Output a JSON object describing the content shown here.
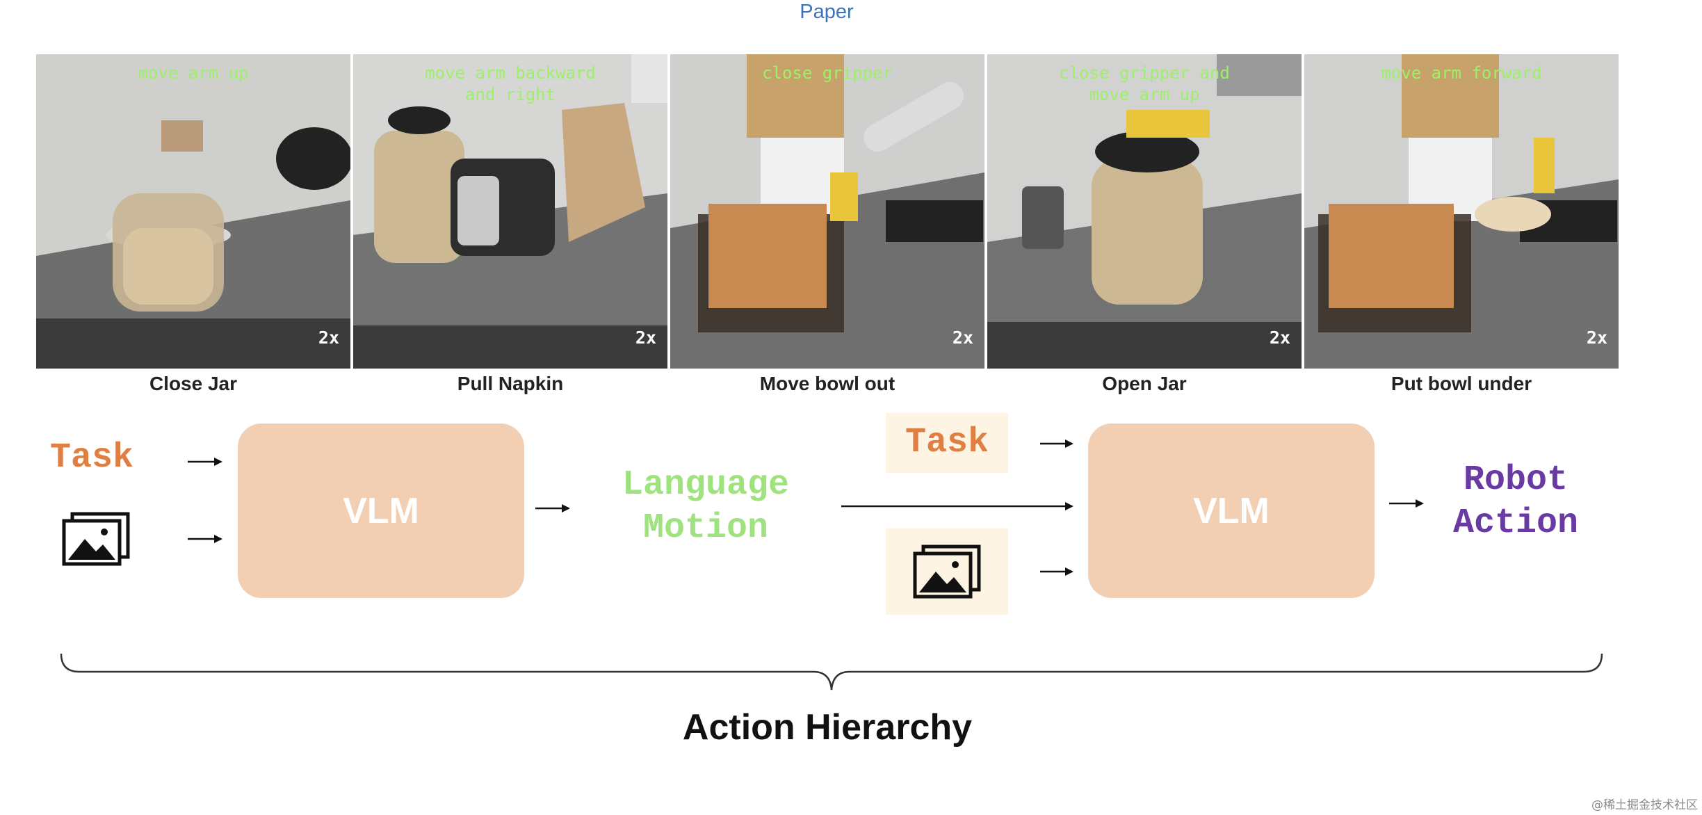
{
  "header": {
    "link_text": "Paper"
  },
  "frames": [
    {
      "overlay": "move arm up",
      "speed": "2x",
      "label": "Close Jar"
    },
    {
      "overlay": "move arm backward\nand right",
      "speed": "2x",
      "label": "Pull Napkin"
    },
    {
      "overlay": "close gripper",
      "speed": "2x",
      "label": "Move bowl out"
    },
    {
      "overlay": "close gripper and\nmove arm up",
      "speed": "2x",
      "label": "Open Jar"
    },
    {
      "overlay": "move arm forward",
      "speed": "2x",
      "label": "Put bowl under"
    }
  ],
  "diagram": {
    "task_label": "Task",
    "vlm_label": "VLM",
    "language_motion": "Language\nMotion",
    "task_label_2": "Task",
    "vlm_label_2": "VLM",
    "robot_action": "Robot\nAction",
    "hierarchy_title": "Action Hierarchy"
  },
  "colors": {
    "link": "#3b73c0",
    "task": "#e07f44",
    "language_motion": "#9fe37f",
    "robot_action": "#6a3aa3",
    "vlm_box": "#f2cfb3",
    "overlay_text": "#9cf06a"
  },
  "footer": {
    "watermark": "@稀土掘金技术社区"
  }
}
